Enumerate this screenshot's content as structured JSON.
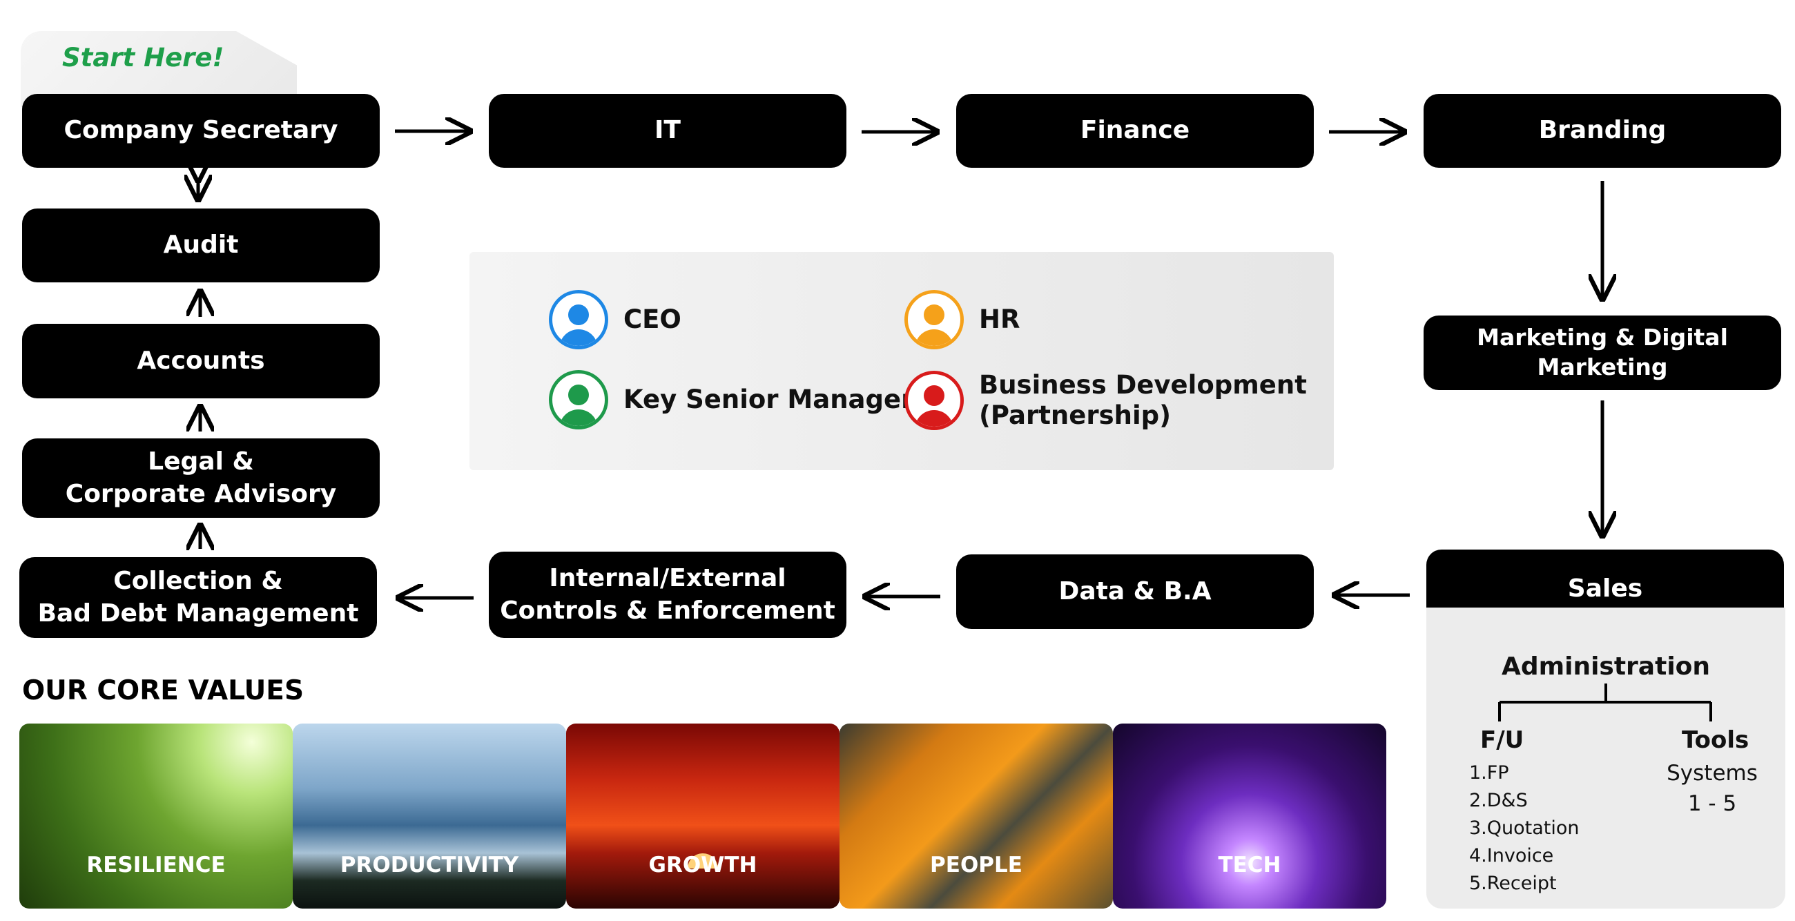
{
  "start_label": "Start Here!",
  "boxes": {
    "company_secretary": "Company Secretary",
    "audit": "Audit",
    "accounts": "Accounts",
    "legal": "Legal &\nCorporate Advisory",
    "collection": "Collection &\nBad Debt Management",
    "it": "IT",
    "finance": "Finance",
    "branding": "Branding",
    "marketing": "Marketing & Digital Marketing",
    "sales": "Sales",
    "data": "Data & B.A",
    "controls": "Internal/External\nControls & Enforcement"
  },
  "legend": [
    {
      "label": "CEO",
      "color": "#1e88e5"
    },
    {
      "label": "HR",
      "color": "#f5a11a"
    },
    {
      "label": "Key Senior Manager",
      "color": "#1e9a4b"
    },
    {
      "label": "Business Development\n(Partnership)",
      "color": "#d81b1b"
    }
  ],
  "administration": {
    "title": "Administration",
    "fu_title": "F/U",
    "fu_items": [
      "1.FP",
      "2.D&S",
      "3.Quotation",
      "4.Invoice",
      "5.Receipt"
    ],
    "tools_title": "Tools",
    "tools_text": "Systems\n1 - 5"
  },
  "core_values": {
    "title": "OUR CORE VALUES",
    "items": [
      "RESILIENCE",
      "PRODUCTIVITY",
      "GROWTH",
      "PEOPLE",
      "TECH"
    ]
  }
}
